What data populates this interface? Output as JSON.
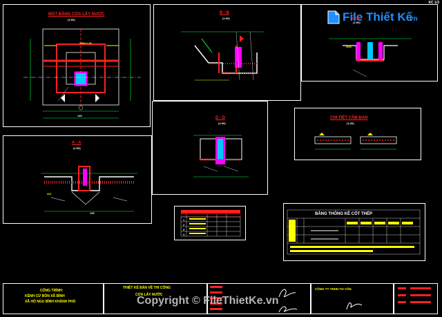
{
  "sheet": {
    "corner_code": "KC 1/3"
  },
  "logo": {
    "brand": "File Thiết Kế",
    "domain": ".vn"
  },
  "views": {
    "plan": {
      "title": "MẶT BẰNG CỬA LẤY NƯỚC",
      "scale": "(1:60)",
      "callout": "XEM 1:20",
      "dim": "140"
    },
    "section_bb": {
      "title": "B - B",
      "scale": "(1:60)"
    },
    "section_cc": {
      "title": "C - C",
      "scale": "(1:60)"
    },
    "section_aa": {
      "title": "A - A",
      "scale": "(1:60)",
      "dim1": "4x1",
      "dim2": "140"
    },
    "section_dd": {
      "title": "D - D",
      "scale": "(1:60)"
    },
    "slab_detail": {
      "title": "CHI TIẾT TẤM ĐAN",
      "scale": "(1:20)"
    },
    "volume_table": {
      "title": "",
      "rows": [
        "1",
        "2",
        "3",
        "4"
      ]
    },
    "rebar_table": {
      "title": "BẢNG THỐNG KÊ CỐT THÉP"
    }
  },
  "title_block": {
    "owner_label": "CÔNG TRÌNH:",
    "owner_line1": "KÊNH CỬ BỒN XÃ BÌNH",
    "owner_line2": "XÃ HỒ NGU BÌNH KHÁNH PHÚ",
    "design_stage": "THIẾT KẾ BẢN VẼ THI CÔNG",
    "drawing_name": "CỬA LẤY NƯỚC",
    "company": "CÔNG TY TNHH TƯ VẤN",
    "watermark": "Copyright © FileThietKe.vn"
  },
  "colors": {
    "line": "#ffffff",
    "red": "#ff2020",
    "yellow": "#ffff00",
    "cyan": "#00c8ff",
    "green": "#00ff40",
    "magenta": "#ff00ff"
  }
}
